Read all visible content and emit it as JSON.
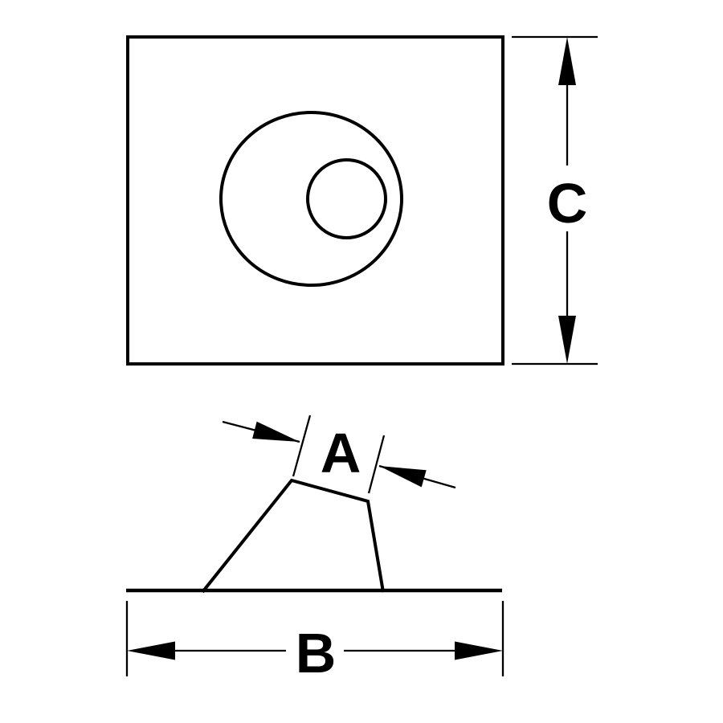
{
  "colors": {
    "ink": "#000000",
    "background": "#ffffff"
  },
  "labels": {
    "a": "A",
    "b": "B",
    "c": "C"
  }
}
